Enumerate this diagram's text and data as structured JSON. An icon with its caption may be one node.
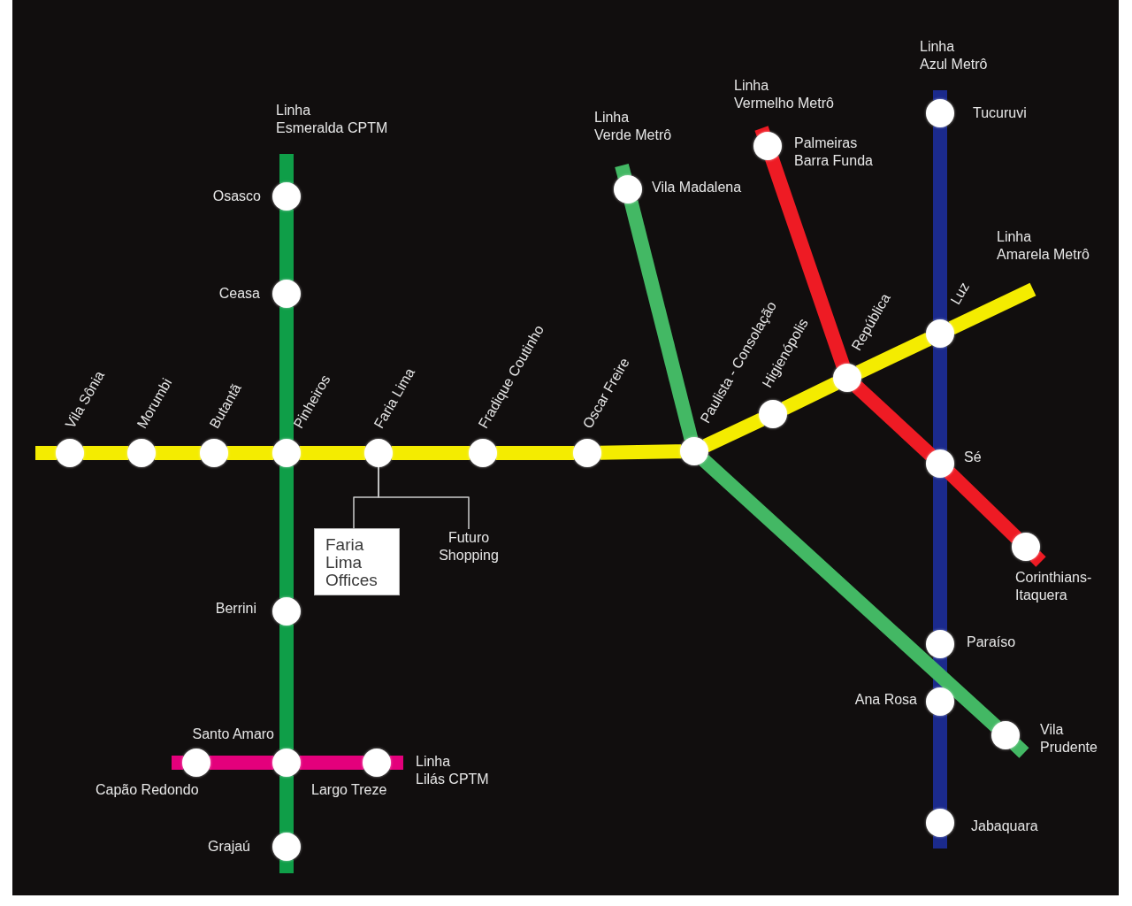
{
  "diagram": {
    "nodes": [
      {
        "text": [
          "Osasco"
        ]
      },
      {
        "text": [
          "Ceasa"
        ]
      },
      {
        "text": [
          "Vila Sônia"
        ]
      },
      {
        "text": [
          "Morumbi"
        ]
      },
      {
        "text": [
          "Butantã"
        ]
      },
      {
        "text": [
          "Pinheiros"
        ]
      },
      {
        "text": [
          "Faria Lima"
        ]
      },
      {
        "text": [
          "Fradique Coutinho"
        ]
      },
      {
        "text": [
          "Oscar Freire"
        ]
      },
      {
        "text": [
          "Paulista - Consolação"
        ]
      },
      {
        "text": [
          "Higienópolis"
        ]
      },
      {
        "text": [
          "República"
        ]
      },
      {
        "text": [
          "Luz"
        ]
      },
      {
        "text": [
          "Faria Lima Offices"
        ]
      },
      {
        "text": [
          "Futuro Shopping"
        ]
      },
      {
        "text": [
          "Berrini"
        ]
      },
      {
        "text": [
          "Santo Amaro"
        ]
      },
      {
        "text": [
          "Capão Redondo"
        ]
      },
      {
        "text": [
          "Largo Treze"
        ]
      },
      {
        "text": [
          "Grajaú"
        ]
      },
      {
        "text": [
          "Vila Madalena"
        ]
      },
      {
        "text": [
          "Palmeiras Barra Funda"
        ]
      },
      {
        "text": [
          "Tucuruvi"
        ]
      },
      {
        "text": [
          "Sé"
        ]
      },
      {
        "text": [
          "Corinthians-Itaquera"
        ]
      },
      {
        "text": [
          "Paraíso"
        ]
      },
      {
        "text": [
          "Ana Rosa"
        ]
      },
      {
        "text": [
          "Vila Prudente"
        ]
      },
      {
        "text": [
          "Jabaquara"
        ]
      }
    ],
    "edges": [
      {
        "from": null,
        "to": 2,
        "arrow": "none",
        "color": "#f4ec00"
      },
      {
        "from": 2,
        "to": 3,
        "arrow": "none",
        "color": "#f4ec00"
      },
      {
        "from": 3,
        "to": 4,
        "arrow": "none",
        "color": "#f4ec00"
      },
      {
        "from": 4,
        "to": 5,
        "arrow": "none",
        "color": "#f4ec00"
      },
      {
        "from": 5,
        "to": 6,
        "arrow": "none",
        "color": "#f4ec00"
      },
      {
        "from": 6,
        "to": 7,
        "arrow": "none",
        "color": "#f4ec00"
      },
      {
        "from": 7,
        "to": 8,
        "arrow": "none",
        "color": "#f4ec00"
      },
      {
        "from": 8,
        "to": 9,
        "arrow": "none",
        "color": "#f4ec00"
      },
      {
        "from": 9,
        "to": 10,
        "arrow": "none",
        "color": "#f4ec00"
      },
      {
        "from": 10,
        "to": 11,
        "arrow": "none",
        "color": "#f4ec00"
      },
      {
        "from": 11,
        "to": 12,
        "arrow": "none",
        "color": "#f4ec00"
      },
      {
        "from": 12,
        "to": null,
        "arrow": "none",
        "color": "#f4ec00"
      },
      {
        "from": null,
        "to": 0,
        "arrow": "none",
        "color": "#0f9e48"
      },
      {
        "from": 0,
        "to": 1,
        "arrow": "none",
        "color": "#0f9e48"
      },
      {
        "from": 1,
        "to": 5,
        "arrow": "none",
        "color": "#0f9e48"
      },
      {
        "from": 5,
        "to": 15,
        "arrow": "none",
        "color": "#0f9e48"
      },
      {
        "from": 15,
        "to": 16,
        "arrow": "none",
        "color": "#0f9e48"
      },
      {
        "from": 16,
        "to": 19,
        "arrow": "none",
        "color": "#0f9e48"
      },
      {
        "from": 19,
        "to": null,
        "arrow": "none",
        "color": "#0f9e48"
      },
      {
        "from": null,
        "to": 17,
        "arrow": "none",
        "color": "#e4007c"
      },
      {
        "from": 17,
        "to": 16,
        "arrow": "none",
        "color": "#e4007c"
      },
      {
        "from": 16,
        "to": 18,
        "arrow": "none",
        "color": "#e4007c"
      },
      {
        "from": 18,
        "to": null,
        "arrow": "none",
        "color": "#e4007c"
      },
      {
        "from": null,
        "to": 22,
        "arrow": "none",
        "color": "#1b2a8c"
      },
      {
        "from": 22,
        "to": 12,
        "arrow": "none",
        "color": "#1b2a8c"
      },
      {
        "from": 12,
        "to": 23,
        "arrow": "none",
        "color": "#1b2a8c"
      },
      {
        "from": 23,
        "to": 25,
        "arrow": "none",
        "color": "#1b2a8c"
      },
      {
        "from": 25,
        "to": 26,
        "arrow": "none",
        "color": "#1b2a8c"
      },
      {
        "from": 26,
        "to": 28,
        "arrow": "none",
        "color": "#1b2a8c"
      },
      {
        "from": 28,
        "to": null,
        "arrow": "none",
        "color": "#1b2a8c"
      },
      {
        "from": null,
        "to": 21,
        "arrow": "none",
        "color": "#ee1b24"
      },
      {
        "from": 21,
        "to": 11,
        "arrow": "none",
        "color": "#ee1b24"
      },
      {
        "from": 11,
        "to": 23,
        "arrow": "none",
        "color": "#ee1b24"
      },
      {
        "from": 23,
        "to": 24,
        "arrow": "none",
        "color": "#ee1b24"
      },
      {
        "from": 24,
        "to": null,
        "arrow": "none",
        "color": "#ee1b24"
      },
      {
        "from": null,
        "to": 20,
        "arrow": "none",
        "color": "#43b864"
      },
      {
        "from": 20,
        "to": 9,
        "arrow": "none",
        "color": "#43b864"
      },
      {
        "from": 9,
        "to": 27,
        "arrow": "none",
        "color": "#43b864"
      },
      {
        "from": 27,
        "to": null,
        "arrow": "none",
        "color": "#43b864"
      },
      {
        "from": 6,
        "to": 13,
        "arrow": "none",
        "color": "#cccccc"
      },
      {
        "from": 6,
        "to": 14,
        "arrow": "none",
        "color": "#cccccc"
      }
    ],
    "labels": [
      "Linha Esmeralda CPTM",
      "Linha Verde Metrô",
      "Linha Vermelho Metrô",
      "Linha Azul Metrô",
      "Linha Amarela Metrô",
      "Linha Lilás CPTM"
    ]
  }
}
